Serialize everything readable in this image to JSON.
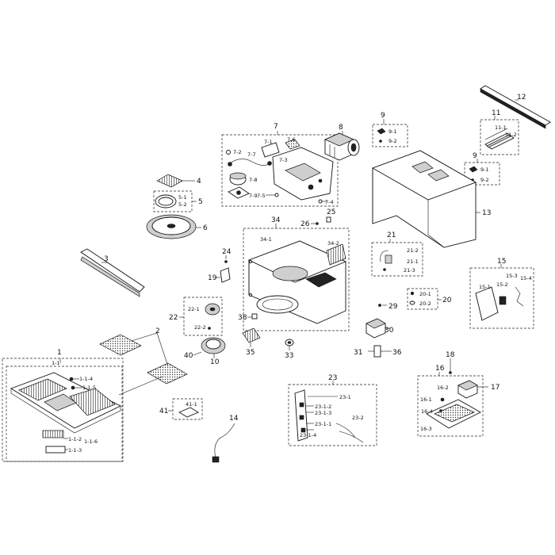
{
  "labels": {
    "l1": "1",
    "l1_1": "1-1",
    "l1_1_4": "1-1-4",
    "l1_1_5": "1-1-5",
    "l1_1_2": "1-1-2",
    "l1_1_6": "1-1-6",
    "l1_1_3": "1-1-3",
    "l2": "2",
    "l3": "3",
    "l4": "4",
    "l5": "5",
    "l5_1": "5-1",
    "l5_2": "5-2",
    "l6": "6",
    "l7": "7",
    "l7_1": "7-1",
    "l7_2": "7-2",
    "l7_3": "7-3",
    "l7_4": "7-4",
    "l7_5": "7-5",
    "l7_6": "7-6",
    "l7_7": "7-7",
    "l7_8": "7-8",
    "l7_9": "7-9",
    "l8": "8",
    "l9a": "9",
    "l9_1a": "9-1",
    "l9_2a": "9-2",
    "l9b": "9",
    "l9_1b": "9-1",
    "l9_2b": "9-2",
    "l10": "10",
    "l11": "11",
    "l11_1": "11-1",
    "l11_2": "11-2",
    "l12": "12",
    "l13": "13",
    "l14": "14",
    "l15": "15",
    "l15_1": "15-1",
    "l15_2": "15-2",
    "l15_3": "15-3",
    "l15_4": "15-4",
    "l16": "16",
    "l16_1": "16-1",
    "l16_2": "16-2",
    "l16_3": "16-3",
    "l16_4": "16-4",
    "l17": "17",
    "l18": "18",
    "l19": "19",
    "l20": "20",
    "l20_1": "20-1",
    "l20_2": "20-2",
    "l21": "21",
    "l21_1": "21-1",
    "l21_2": "21-2",
    "l21_3": "21-3",
    "l22": "22",
    "l22_1": "22-1",
    "l22_2": "22-2",
    "l23": "23",
    "l23_1": "23-1",
    "l23_2": "23-2",
    "l23_1_1": "23-1-1",
    "l23_1_2": "23-1-2",
    "l23_1_3": "23-1-3",
    "l23_1_4": "23-1-4",
    "l24": "24",
    "l25": "25",
    "l26": "26",
    "l29": "29",
    "l30": "30",
    "l31": "31",
    "l33": "33",
    "l34": "34",
    "l34_1": "34-1",
    "l34_2": "34-2",
    "l35": "35",
    "l36": "36",
    "l38": "38",
    "l40": "40",
    "l41": "41",
    "l41_1": "41-1"
  },
  "icons": {
    "hood": "hood-filter-grille-icon",
    "filter": "charcoal-filter-icon",
    "vent": "vent-grille-icon",
    "tray": "turntable-tray-icon",
    "motor": "fan-motor-icon",
    "magnetron": "magnetron-icon",
    "transformer": "transformer-icon",
    "cord": "power-cord-icon"
  }
}
